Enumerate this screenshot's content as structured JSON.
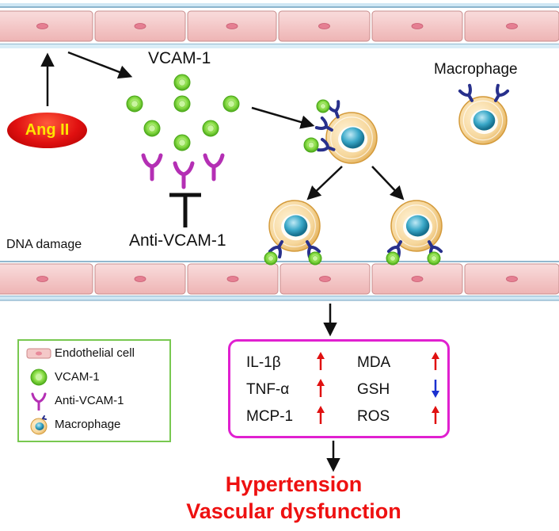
{
  "diagram": {
    "vcam_label": "VCAM-1",
    "macrophage_label": "Macrophage",
    "angii_label": "Ang II",
    "dna_damage_label": "DNA damage",
    "anti_vcam_label": "Anti-VCAM-1"
  },
  "legend": {
    "items": [
      {
        "label": "Endothelial cell",
        "icon": "endothelial-cell-icon"
      },
      {
        "label": "VCAM-1",
        "icon": "vcam1-icon"
      },
      {
        "label": "Anti-VCAM-1",
        "icon": "antibody-icon"
      },
      {
        "label": "Macrophage",
        "icon": "macrophage-icon"
      }
    ]
  },
  "markers": {
    "items": [
      {
        "name": "IL-1β",
        "direction": "up",
        "color": "#e01010"
      },
      {
        "name": "TNF-α",
        "direction": "up",
        "color": "#e01010"
      },
      {
        "name": "MCP-1",
        "direction": "up",
        "color": "#e01010"
      },
      {
        "name": "MDA",
        "direction": "up",
        "color": "#e01010"
      },
      {
        "name": "GSH",
        "direction": "down",
        "color": "#1a30d0"
      },
      {
        "name": "ROS",
        "direction": "up",
        "color": "#e01010"
      }
    ]
  },
  "outcome": {
    "line1": "Hypertension",
    "line2": "Vascular dysfunction"
  },
  "colors": {
    "endothelial": "#f4c8c8",
    "vcam": "#8ee04a",
    "antibody": "#b42fb4",
    "receptor": "#28308c",
    "macrophage_body": "#f6d79c",
    "nucleus": "#3aa8c8",
    "accent_red": "#ee1111",
    "box_border": "#e020d0",
    "legend_border": "#78c850"
  }
}
